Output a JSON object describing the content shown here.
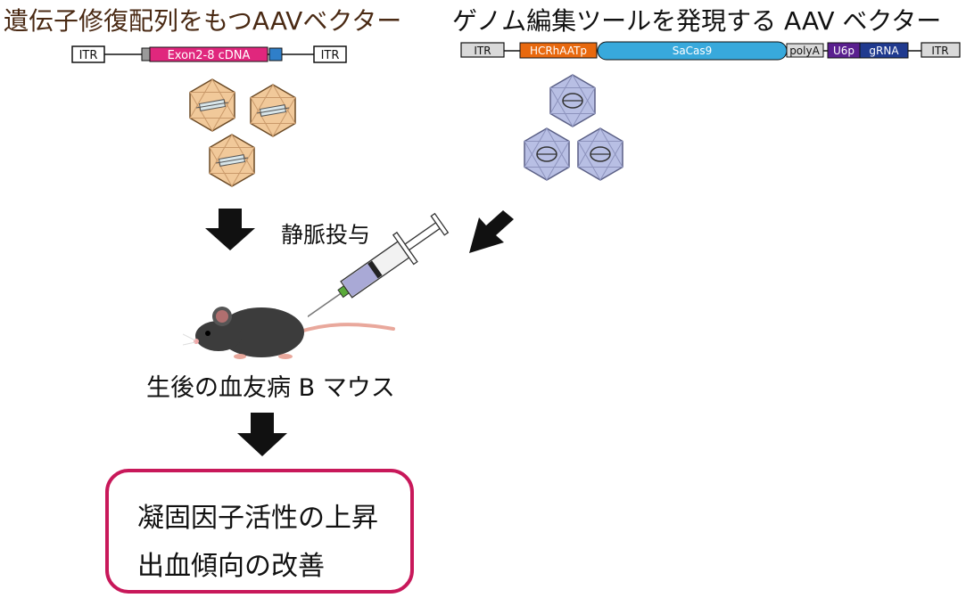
{
  "left_panel": {
    "title": "遺伝子修復配列をもつAAVベクター",
    "construct": {
      "itr_left": "ITR",
      "insert": "Exon2-8 cDNA",
      "itr_right": "ITR"
    }
  },
  "right_panel": {
    "title": "ゲノム編集ツールを発現する AAV ベクター",
    "construct": {
      "itr_left": "ITR",
      "promoter": "HCRhAATp",
      "cas": "SaCas9",
      "polya": "polyA",
      "u6p": "U6p",
      "grna": "gRNA",
      "itr_right": "ITR"
    }
  },
  "injection_label": "静脈投与",
  "mouse_label": "生後の血友病 B マウス",
  "result": {
    "line1": "凝固因子活性の上昇",
    "line2": "出血傾向の改善"
  },
  "colors": {
    "left_title": "#4a2a14",
    "right_title": "#111111",
    "insert_fill": "#e0277d",
    "left_blue_block": "#2f7fc9",
    "promoter_fill": "#e8690f",
    "cas_fill": "#38a9dc",
    "u6p_fill": "#5a1f8f",
    "grna_fill": "#203a8f",
    "result_border": "#c8185a",
    "capsid_left": "#f1c99a",
    "capsid_right": "#b8bfe4"
  },
  "icons": [
    "aav-capsid-icon",
    "syringe-icon",
    "mouse-icon",
    "arrow-down-icon",
    "arrow-diagonal-icon"
  ]
}
